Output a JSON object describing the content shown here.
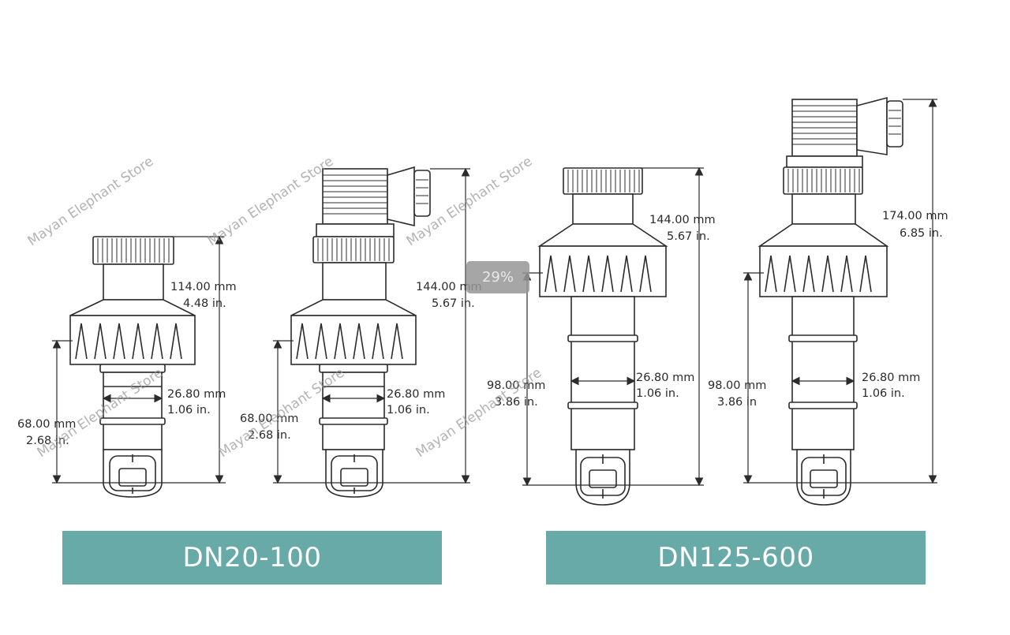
{
  "watermark": "Mayan Elephant Store",
  "zoom_badge": "29%",
  "groups": [
    {
      "label": "DN20-100"
    },
    {
      "label": "DN125-600"
    }
  ],
  "sensors": [
    {
      "height_mm": "114.00 mm",
      "height_in": "4.48 in.",
      "diameter_mm": "26.80 mm",
      "diameter_in": "1.06 in.",
      "insert_mm": "68.00 mm",
      "insert_in": "2.68 in."
    },
    {
      "height_mm": "144.00 mm",
      "height_in": "5.67 in.",
      "diameter_mm": "26.80 mm",
      "diameter_in": "1.06 in.",
      "insert_mm": "68.00 mm",
      "insert_in": "2.68 in."
    },
    {
      "height_mm": "144.00 mm",
      "height_in": "5.67 in.",
      "diameter_mm": "26.80 mm",
      "diameter_in": "1.06 in.",
      "insert_mm": "98.00 mm",
      "insert_in": "3.86 in."
    },
    {
      "height_mm": "174.00 mm",
      "height_in": "6.85 in.",
      "diameter_mm": "26.80 mm",
      "diameter_in": "1.06 in.",
      "insert_mm": "98.00 mm",
      "insert_in": "3.86 in"
    }
  ],
  "colors": {
    "band": "#67aaa7",
    "line": "#2b2b2b",
    "watermark": "#9a9a9a"
  }
}
